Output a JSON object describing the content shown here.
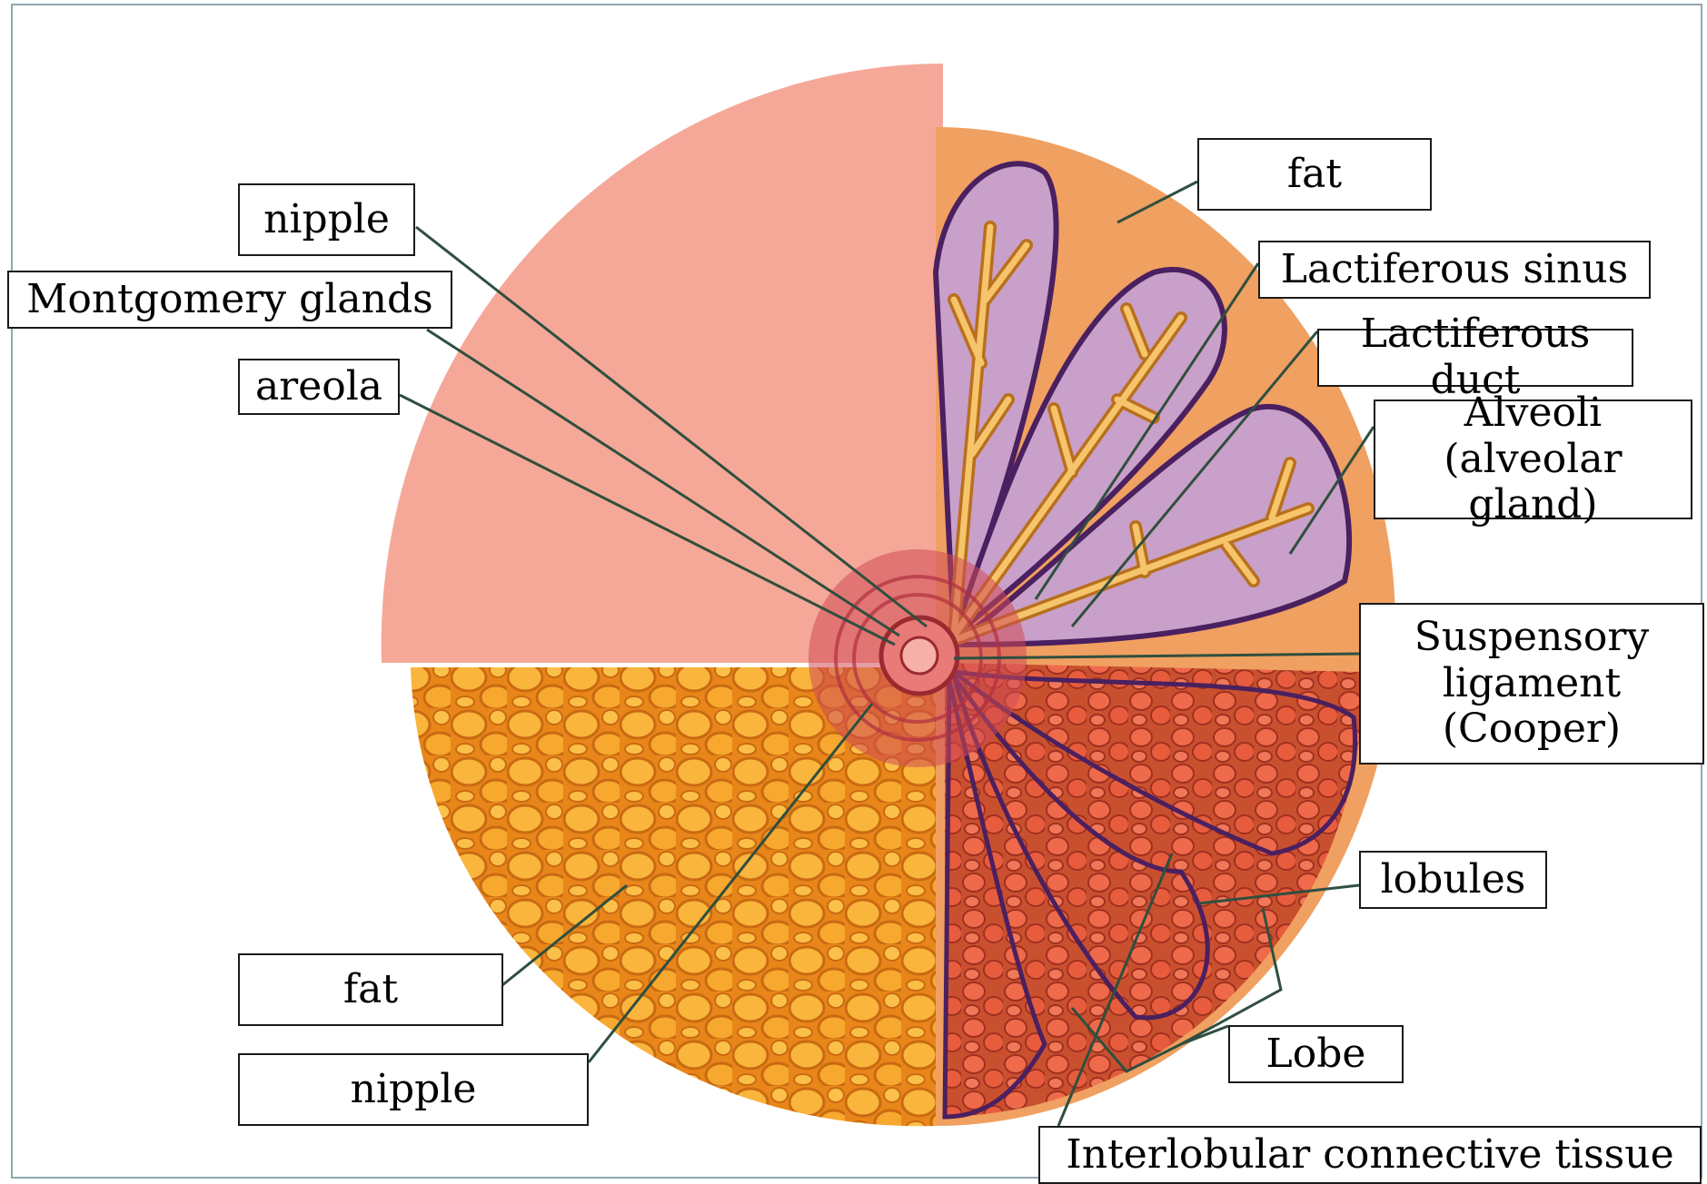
{
  "diagram": {
    "labels": {
      "nipple_top": "nipple",
      "montgomery_glands": "Montgomery glands",
      "areola": "areola",
      "fat_left": "fat",
      "nipple_bottom": "nipple",
      "fat_top_right": "fat",
      "lactiferous_sinus": "Lactiferous sinus",
      "lactiferous_duct": "Lactiferous duct",
      "alveoli": "Alveoli\n(alveolar gland)",
      "suspensory_ligament": "Suspensory\nligament\n(Cooper)",
      "lobules": "lobules",
      "lobe": "Lobe",
      "interlobular_tissue": "Interlobular connective tissue"
    },
    "colors": {
      "skin": "#f3a192",
      "fat": "#f5a623",
      "gland_tissue": "#c9a0c9",
      "lobule": "#e05a3a",
      "leader_line": "#2f4f3f"
    }
  }
}
